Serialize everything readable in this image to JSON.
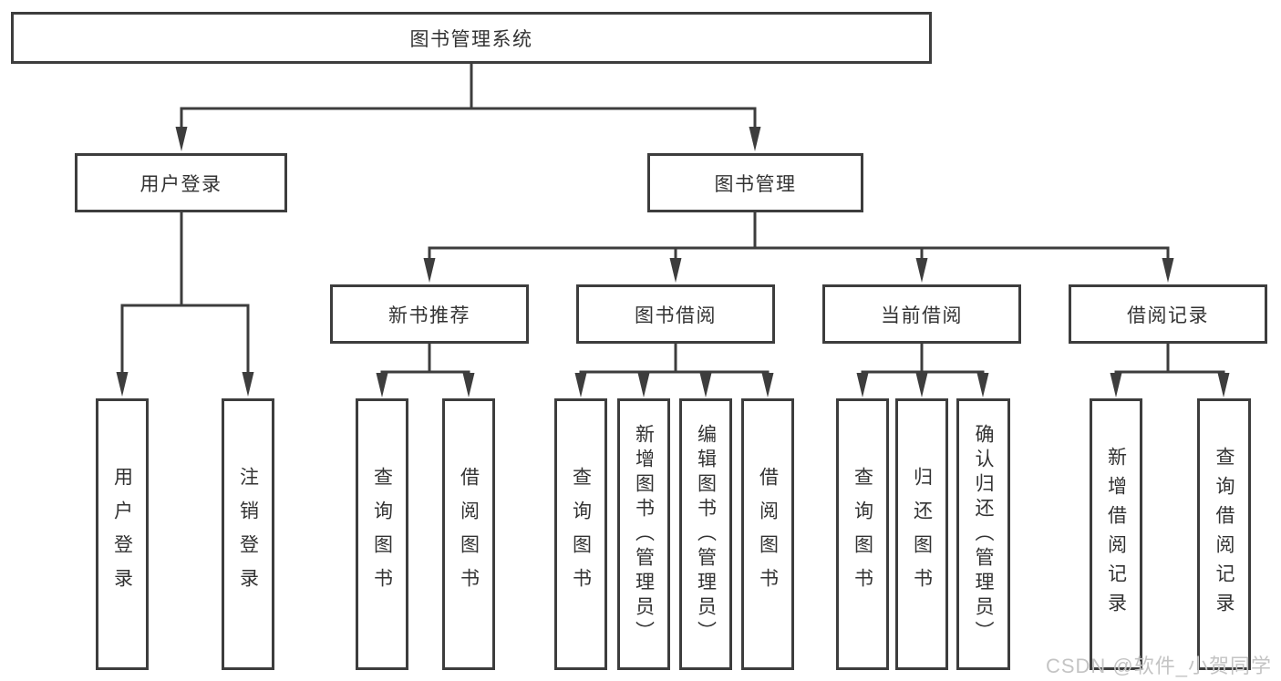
{
  "hierarchy": {
    "root": "图书管理系统",
    "children": [
      {
        "label": "用户登录",
        "children": [
          "用户登录",
          "注销登录"
        ]
      },
      {
        "label": "图书管理",
        "children": [
          {
            "label": "新书推荐",
            "children": [
              "查询图书",
              "借阅图书"
            ]
          },
          {
            "label": "图书借阅",
            "children": [
              "查询图书",
              "新增图书（管理员）",
              "编辑图书（管理员）",
              "借阅图书"
            ]
          },
          {
            "label": "当前借阅",
            "children": [
              "查询图书",
              "归还图书",
              "确认归还（管理员）"
            ]
          },
          {
            "label": "借阅记录",
            "children": [
              "新增借阅记录",
              "查询借阅记录"
            ]
          }
        ]
      }
    ]
  },
  "watermark": {
    "text": "CSDN @软件_小贺同学"
  },
  "colors": {
    "line": "#3d3d3d",
    "text": "#333333",
    "background": "#ffffff",
    "watermark": "#c4c4c4"
  }
}
